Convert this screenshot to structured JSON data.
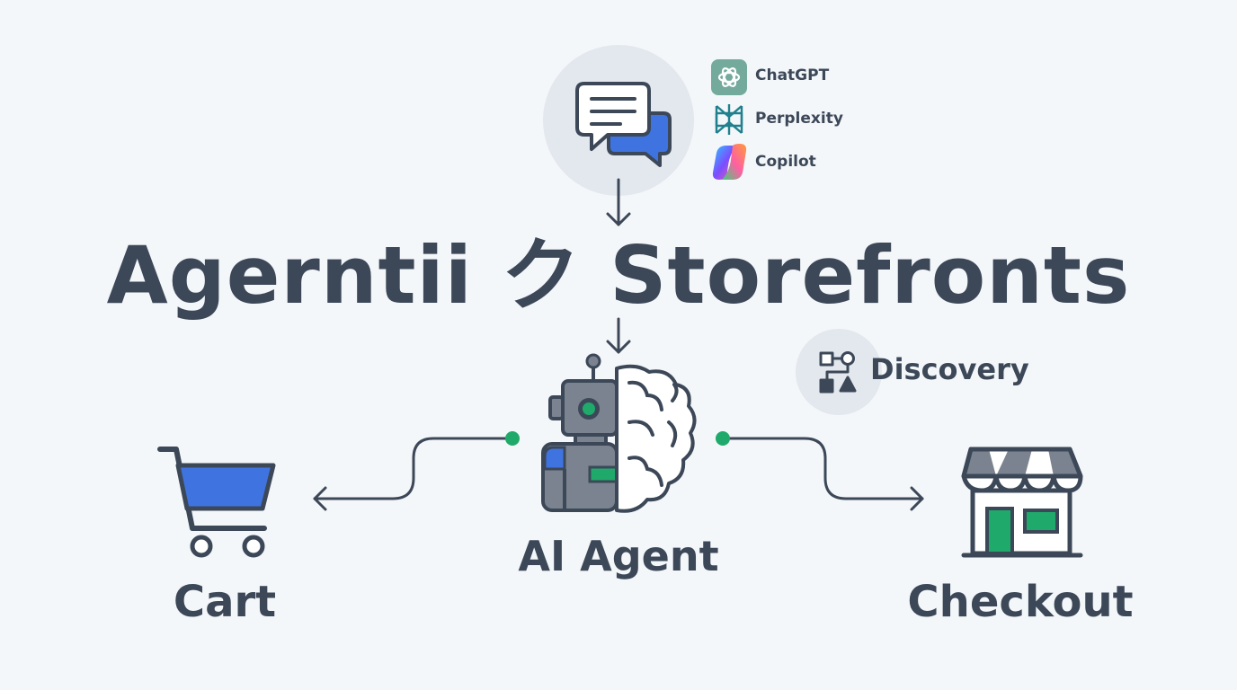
{
  "title": "Agerntii ク Storefronts",
  "center": {
    "label": "AI Agent"
  },
  "left_node": {
    "label": "Cart"
  },
  "right_node": {
    "label": "Checkout"
  },
  "discovery": {
    "label": "Discovery"
  },
  "brands": [
    {
      "name": "ChatGPT",
      "icon": "chatgpt-logo-icon"
    },
    {
      "name": "Perplexity",
      "icon": "perplexity-logo-icon"
    },
    {
      "name": "Copilot",
      "icon": "copilot-logo-icon"
    }
  ],
  "colors": {
    "background": "#f4f7fa",
    "ink": "#3c4858",
    "accent_blue": "#3f74e0",
    "accent_green": "#1faa6b",
    "circle": "#e3e8ee",
    "robot_gray": "#7a838f"
  }
}
